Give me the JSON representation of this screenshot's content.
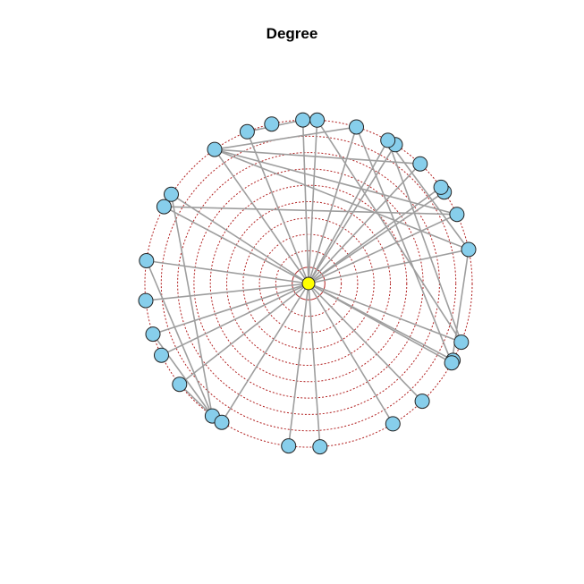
{
  "title": "Degree",
  "colors": {
    "center_node": "#FFFF00",
    "node_fill": "#87CEEB",
    "node_stroke": "#222222",
    "edge": "#9E9E9E",
    "rings": "#B22222"
  },
  "graph": {
    "layout": "centrality-concentric",
    "ring_count": 10,
    "center_node": {
      "id": "c"
    },
    "nodes": [
      {
        "id": "n1",
        "angle": 12
      },
      {
        "id": "n2",
        "angle": 25
      },
      {
        "id": "n3",
        "angle": 87
      },
      {
        "id": "n4",
        "angle": 92
      },
      {
        "id": "n5",
        "angle": 103
      },
      {
        "id": "n6",
        "angle": 112
      },
      {
        "id": "n7",
        "angle": 125
      },
      {
        "id": "n8",
        "angle": 147
      },
      {
        "id": "n9",
        "angle": 152
      },
      {
        "id": "n10",
        "angle": 172
      },
      {
        "id": "n11",
        "angle": 186
      },
      {
        "id": "n12",
        "angle": 198
      },
      {
        "id": "n13",
        "angle": 206
      },
      {
        "id": "n14",
        "angle": 218
      },
      {
        "id": "n15",
        "angle": 234
      },
      {
        "id": "n16",
        "angle": 238
      },
      {
        "id": "n17",
        "angle": 263
      },
      {
        "id": "n18",
        "angle": 274
      },
      {
        "id": "n19",
        "angle": 301
      },
      {
        "id": "n20",
        "angle": 314
      },
      {
        "id": "n21",
        "angle": 332
      },
      {
        "id": "n22",
        "angle": 339
      },
      {
        "id": "n23",
        "angle": 331
      },
      {
        "id": "n24",
        "angle": 34
      },
      {
        "id": "n25",
        "angle": 36
      },
      {
        "id": "n26",
        "angle": 47
      },
      {
        "id": "n27",
        "angle": 58
      },
      {
        "id": "n28",
        "angle": 61
      },
      {
        "id": "n29",
        "angle": 73
      }
    ],
    "edges": [
      [
        "c",
        "n4"
      ],
      [
        "c",
        "n3"
      ],
      [
        "c",
        "n6"
      ],
      [
        "c",
        "n7"
      ],
      [
        "c",
        "n8"
      ],
      [
        "c",
        "n9"
      ],
      [
        "c",
        "n11"
      ],
      [
        "c",
        "n12"
      ],
      [
        "c",
        "n13"
      ],
      [
        "c",
        "n14"
      ],
      [
        "c",
        "n16"
      ],
      [
        "c",
        "n17"
      ],
      [
        "c",
        "n18"
      ],
      [
        "c",
        "n19"
      ],
      [
        "c",
        "n20"
      ],
      [
        "c",
        "n21"
      ],
      [
        "c",
        "n22"
      ],
      [
        "c",
        "n23"
      ],
      [
        "c",
        "n1"
      ],
      [
        "c",
        "n2"
      ],
      [
        "c",
        "n24"
      ],
      [
        "c",
        "n25"
      ],
      [
        "c",
        "n26"
      ],
      [
        "c",
        "n27"
      ],
      [
        "c",
        "n28"
      ],
      [
        "c",
        "n29"
      ],
      [
        "c",
        "n10"
      ],
      [
        "n7",
        "n1"
      ],
      [
        "n7",
        "n2"
      ],
      [
        "n7",
        "n26"
      ],
      [
        "n7",
        "n29"
      ],
      [
        "n9",
        "n2"
      ],
      [
        "n6",
        "n4"
      ],
      [
        "n29",
        "n23"
      ],
      [
        "n28",
        "n22"
      ],
      [
        "n28",
        "n1"
      ],
      [
        "n10",
        "n15"
      ],
      [
        "n12",
        "n15"
      ],
      [
        "n14",
        "n15"
      ],
      [
        "n8",
        "n15"
      ],
      [
        "n22",
        "n3"
      ],
      [
        "n1",
        "n23"
      ]
    ]
  }
}
